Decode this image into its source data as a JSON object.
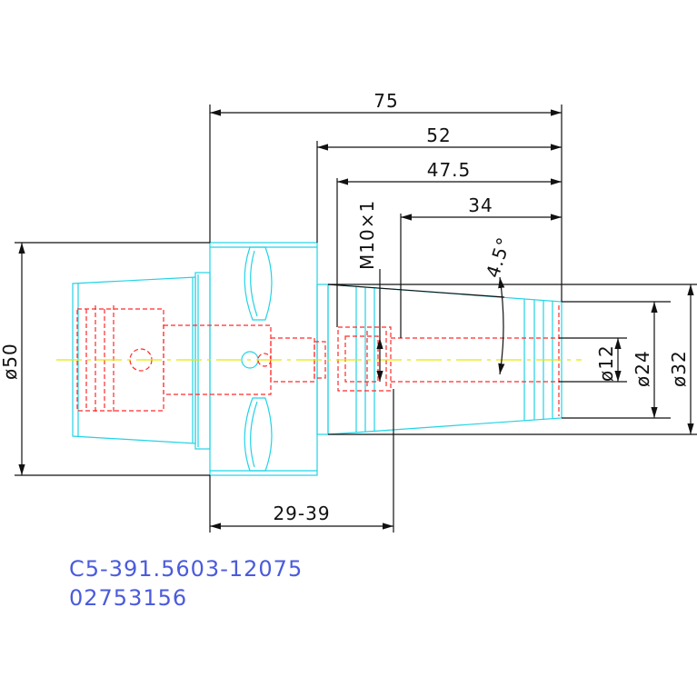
{
  "dimensions": {
    "length_total": "75",
    "length_52": "52",
    "length_47_5": "47.5",
    "length_34": "34",
    "thread": "M10×1",
    "angle": "4.5°",
    "dia_12": "ø12",
    "dia_24": "ø24",
    "dia_32": "ø32",
    "dia_50": "ø50",
    "range_29_39": "29-39"
  },
  "caption": {
    "part_number": "C5-391.5603-12075",
    "order_code": "02753156"
  },
  "colors": {
    "part_outline": "#22d3e6",
    "hidden_lines": "#ff2a2a",
    "center_line": "#e8e800",
    "dimensions": "#111111",
    "caption_text": "#4b5bdc"
  }
}
